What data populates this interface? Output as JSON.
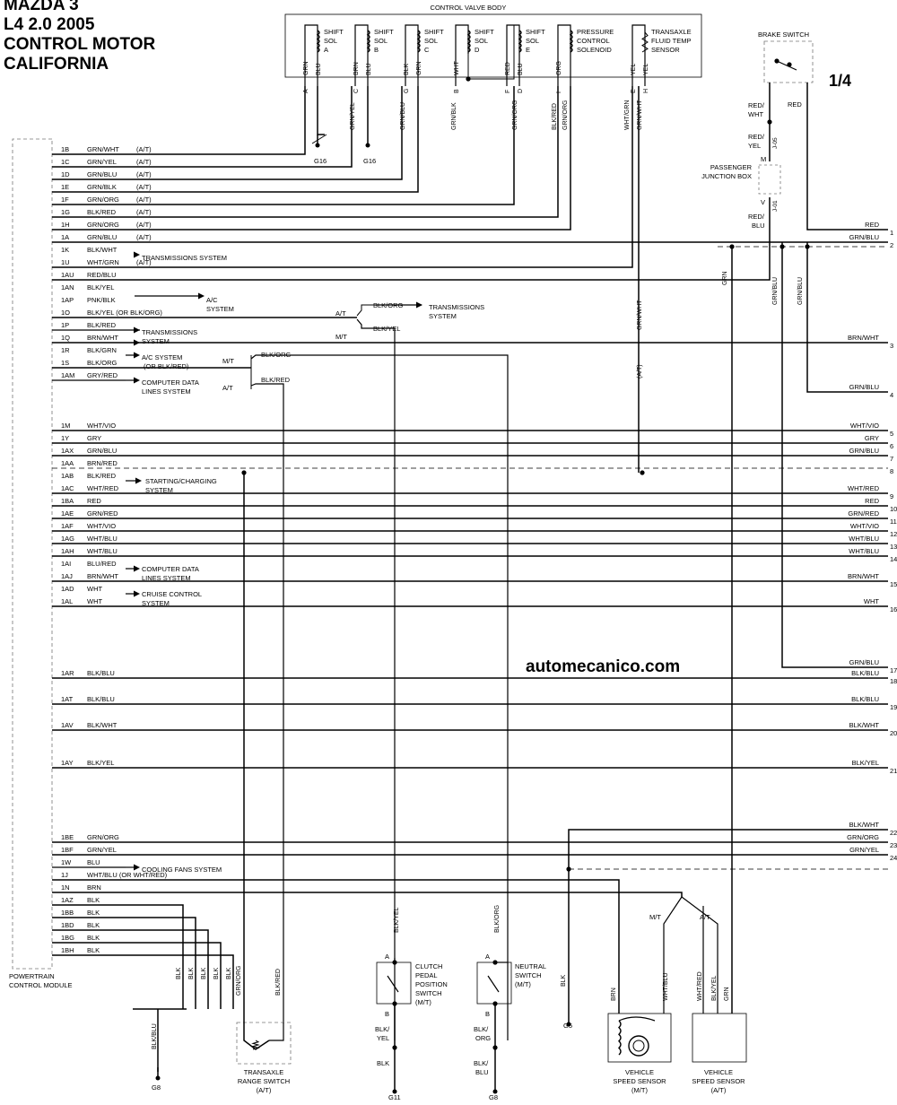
{
  "title_lines": [
    "MAZDA 3",
    "L4 2.0 2005",
    "CONTROL MOTOR",
    "CALIFORNIA"
  ],
  "watermark": "automecanico.com",
  "page_ref": "1/4",
  "module_label": [
    "POWERTRAIN",
    "CONTROL MODULE"
  ],
  "control_valve_body": {
    "title": "CONTROL VALVE BODY",
    "components": [
      {
        "label": [
          "SHIFT",
          "SOL",
          "A"
        ],
        "wires": [
          "GRN",
          "BLU"
        ],
        "pins": [
          "A",
          ""
        ]
      },
      {
        "label": [
          "SHIFT",
          "SOL",
          "B"
        ],
        "wires": [
          "BRN",
          "BLU"
        ],
        "pins": [
          "C",
          ""
        ]
      },
      {
        "label": [
          "SHIFT",
          "SOL",
          "C"
        ],
        "wires": [
          "BLK",
          "GRN"
        ],
        "pins": [
          "G",
          ""
        ]
      },
      {
        "label": [
          "SHIFT",
          "SOL",
          "D"
        ],
        "wires": [
          "WHT",
          ""
        ],
        "pins": [
          "B",
          ""
        ]
      },
      {
        "label": [
          "SHIFT",
          "SOL",
          "E"
        ],
        "wires": [
          "RED",
          "BLU"
        ],
        "pins": [
          "F",
          "D"
        ]
      },
      {
        "label": [
          "PRESSURE",
          "CONTROL",
          "SOLENOID"
        ],
        "wires": [
          "ORG",
          ""
        ],
        "pins": [
          "I",
          ""
        ]
      },
      {
        "label": [
          "TRANSAXLE",
          "FLUID TEMP",
          "SENSOR"
        ],
        "wires": [
          "YEL",
          "YEL"
        ],
        "pins": [
          "E",
          "H"
        ]
      }
    ],
    "harness_wires": [
      "GRN/YEL",
      "GRN/BLU",
      "GRN/BLK",
      "GRN/ORG",
      "BLK/RED",
      "GRN/ORG",
      "WHT/GRN",
      "GRN/WHT"
    ]
  },
  "grounds_top": [
    "G16",
    "G16"
  ],
  "brake_switch": {
    "label": "BRAKE SWITCH",
    "wires": [
      "RED/ WHT",
      "RED",
      "RED/ YEL",
      "RED/ BLU"
    ],
    "connectors": [
      "M",
      "V",
      "J-05",
      "J-01"
    ],
    "junction_box": [
      "PASSENGER",
      "JUNCTION BOX"
    ]
  },
  "pcm_pins": [
    {
      "pin": "1B",
      "wire": "GRN/WHT",
      "note": "(A/T)"
    },
    {
      "pin": "1C",
      "wire": "GRN/YEL",
      "note": "(A/T)"
    },
    {
      "pin": "1D",
      "wire": "GRN/BLU",
      "note": "(A/T)"
    },
    {
      "pin": "1E",
      "wire": "GRN/BLK",
      "note": "(A/T)"
    },
    {
      "pin": "1F",
      "wire": "GRN/ORG",
      "note": "(A/T)"
    },
    {
      "pin": "1G",
      "wire": "BLK/RED",
      "note": "(A/T)"
    },
    {
      "pin": "1H",
      "wire": "GRN/ORG",
      "note": "(A/T)"
    },
    {
      "pin": "1A",
      "wire": "GRN/BLU",
      "note": "(A/T)"
    },
    {
      "pin": "1K",
      "wire": "BLK/WHT",
      "note": ""
    },
    {
      "pin": "1U",
      "wire": "WHT/GRN",
      "note": "(A/T)"
    },
    {
      "pin": "1AU",
      "wire": "RED/BLU",
      "note": ""
    },
    {
      "pin": "1AN",
      "wire": "BLK/YEL",
      "note": ""
    },
    {
      "pin": "1AP",
      "wire": "PNK/BLK",
      "note": ""
    },
    {
      "pin": "1O",
      "wire": "BLK/YEL (OR BLK/ORG)",
      "note": ""
    },
    {
      "pin": "1P",
      "wire": "BLK/RED",
      "note": ""
    },
    {
      "pin": "1Q",
      "wire": "BRN/WHT",
      "note": ""
    },
    {
      "pin": "1R",
      "wire": "BLK/GRN",
      "note": ""
    },
    {
      "pin": "1S",
      "wire": "BLK/ORG",
      "note": ""
    },
    {
      "pin": "1AM",
      "wire": "GRY/RED",
      "note": ""
    },
    {
      "pin": "1M",
      "wire": "WHT/VIO",
      "note": ""
    },
    {
      "pin": "1Y",
      "wire": "GRY",
      "note": ""
    },
    {
      "pin": "1AX",
      "wire": "GRN/BLU",
      "note": ""
    },
    {
      "pin": "1AA",
      "wire": "BRN/RED",
      "note": ""
    },
    {
      "pin": "1AB",
      "wire": "BLK/RED",
      "note": ""
    },
    {
      "pin": "1AC",
      "wire": "WHT/RED",
      "note": ""
    },
    {
      "pin": "1BA",
      "wire": "RED",
      "note": ""
    },
    {
      "pin": "1AE",
      "wire": "GRN/RED",
      "note": ""
    },
    {
      "pin": "1AF",
      "wire": "WHT/VIO",
      "note": ""
    },
    {
      "pin": "1AG",
      "wire": "WHT/BLU",
      "note": ""
    },
    {
      "pin": "1AH",
      "wire": "WHT/BLU",
      "note": ""
    },
    {
      "pin": "1AI",
      "wire": "BLU/RED",
      "note": ""
    },
    {
      "pin": "1AJ",
      "wire": "BRN/WHT",
      "note": ""
    },
    {
      "pin": "1AD",
      "wire": "WHT",
      "note": ""
    },
    {
      "pin": "1AL",
      "wire": "WHT",
      "note": ""
    },
    {
      "pin": "1AR",
      "wire": "BLK/BLU",
      "note": ""
    },
    {
      "pin": "1AT",
      "wire": "BLK/BLU",
      "note": ""
    },
    {
      "pin": "1AV",
      "wire": "BLK/WHT",
      "note": ""
    },
    {
      "pin": "1AY",
      "wire": "BLK/YEL",
      "note": ""
    },
    {
      "pin": "1BE",
      "wire": "GRN/ORG",
      "note": ""
    },
    {
      "pin": "1BF",
      "wire": "GRN/YEL",
      "note": ""
    },
    {
      "pin": "1W",
      "wire": "BLU",
      "note": ""
    },
    {
      "pin": "1J",
      "wire": "WHT/BLU (OR WHT/RED)",
      "note": ""
    },
    {
      "pin": "1N",
      "wire": "BRN",
      "note": ""
    },
    {
      "pin": "1AZ",
      "wire": "BLK",
      "note": ""
    },
    {
      "pin": "1BB",
      "wire": "BLK",
      "note": ""
    },
    {
      "pin": "1BD",
      "wire": "BLK",
      "note": ""
    },
    {
      "pin": "1BG",
      "wire": "BLK",
      "note": ""
    },
    {
      "pin": "1BH",
      "wire": "BLK",
      "note": ""
    }
  ],
  "system_labels": [
    {
      "text": [
        "TRANSMISSIONS SYSTEM"
      ]
    },
    {
      "text": [
        "A/C",
        "SYSTEM"
      ]
    },
    {
      "text": [
        "TRANSMISSIONS",
        "SYSTEM"
      ]
    },
    {
      "text": [
        "A/C SYSTEM",
        "(OR BLK/RED)"
      ]
    },
    {
      "text": [
        "COMPUTER DATA",
        "LINES SYSTEM"
      ]
    },
    {
      "text": [
        "STARTING/CHARGING",
        "SYSTEM"
      ]
    },
    {
      "text": [
        "COMPUTER DATA",
        "LINES SYSTEM"
      ]
    },
    {
      "text": [
        "CRUISE CONTROL",
        "SYSTEM"
      ]
    },
    {
      "text": [
        "COOLING FANS SYSTEM"
      ]
    },
    {
      "text": [
        "TRANSMISSIONS",
        "SYSTEM"
      ]
    }
  ],
  "branch_labels": {
    "at": "A/T",
    "mt": "M/T",
    "at_paren": "(A/T)",
    "blk_org": "BLK/ORG",
    "blk_yel": "BLK/YEL",
    "blk_red": "BLK/RED"
  },
  "right_outputs": [
    {
      "num": "1",
      "wire": "RED"
    },
    {
      "num": "2",
      "wire": "GRN/BLU"
    },
    {
      "num": "3",
      "wire": "BRN/WHT"
    },
    {
      "num": "4",
      "wire": "GRN/BLU"
    },
    {
      "num": "5",
      "wire": "WHT/VIO"
    },
    {
      "num": "6",
      "wire": "GRY"
    },
    {
      "num": "7",
      "wire": "GRN/BLU"
    },
    {
      "num": "8",
      "wire": ""
    },
    {
      "num": "9",
      "wire": "WHT/RED"
    },
    {
      "num": "10",
      "wire": "RED"
    },
    {
      "num": "11",
      "wire": "GRN/RED"
    },
    {
      "num": "12",
      "wire": "WHT/VIO"
    },
    {
      "num": "13",
      "wire": "WHT/BLU"
    },
    {
      "num": "14",
      "wire": "WHT/BLU"
    },
    {
      "num": "15",
      "wire": "BRN/WHT"
    },
    {
      "num": "16",
      "wire": "WHT"
    },
    {
      "num": "17",
      "wire": "GRN/BLU"
    },
    {
      "num": "18",
      "wire": "BLK/BLU"
    },
    {
      "num": "19",
      "wire": "BLK/BLU"
    },
    {
      "num": "20",
      "wire": "BLK/WHT"
    },
    {
      "num": "21",
      "wire": "BLK/YEL"
    },
    {
      "num": "22",
      "wire": "BLK/WHT"
    },
    {
      "num": "23",
      "wire": "GRN/ORG"
    },
    {
      "num": "24",
      "wire": "GRN/YEL"
    }
  ],
  "vertical_wire_labels": {
    "grn": "GRN",
    "grn_blu": "GRN/BLU",
    "grn_wht": "GRN/WHT",
    "blk": "BLK",
    "blk_blu": "BLK/BLU",
    "grn_org": "GRN/ORG",
    "blk_red": "BLK/RED",
    "blk_yel": "BLK/YEL",
    "blk_org": "BLK/ORG",
    "brn": "BRN",
    "wht_blu": "WHT/BLU",
    "wht_red": "WHT/RED"
  },
  "bottom_components": [
    {
      "label": [
        "TRANSAXLE",
        "RANGE SWITCH",
        "(A/T)"
      ]
    },
    {
      "label": [
        "CLUTCH",
        "PEDAL",
        "POSITION",
        "SWITCH",
        "(M/T)"
      ],
      "pins": [
        "A",
        "B"
      ],
      "wires": [
        "BLK/ YEL",
        "BLK"
      ]
    },
    {
      "label": [
        "NEUTRAL",
        "SWITCH",
        "(M/T)"
      ],
      "pins": [
        "A",
        "B"
      ],
      "wires": [
        "BLK/ ORG",
        "BLK/ BLU"
      ]
    },
    {
      "label": [
        "VEHICLE",
        "SPEED SENSOR",
        "(M/T)"
      ]
    },
    {
      "label": [
        "VEHICLE",
        "SPEED SENSOR",
        "(A/T)"
      ]
    }
  ],
  "grounds_bottom": [
    "G8",
    "G11",
    "G8",
    "G5"
  ]
}
